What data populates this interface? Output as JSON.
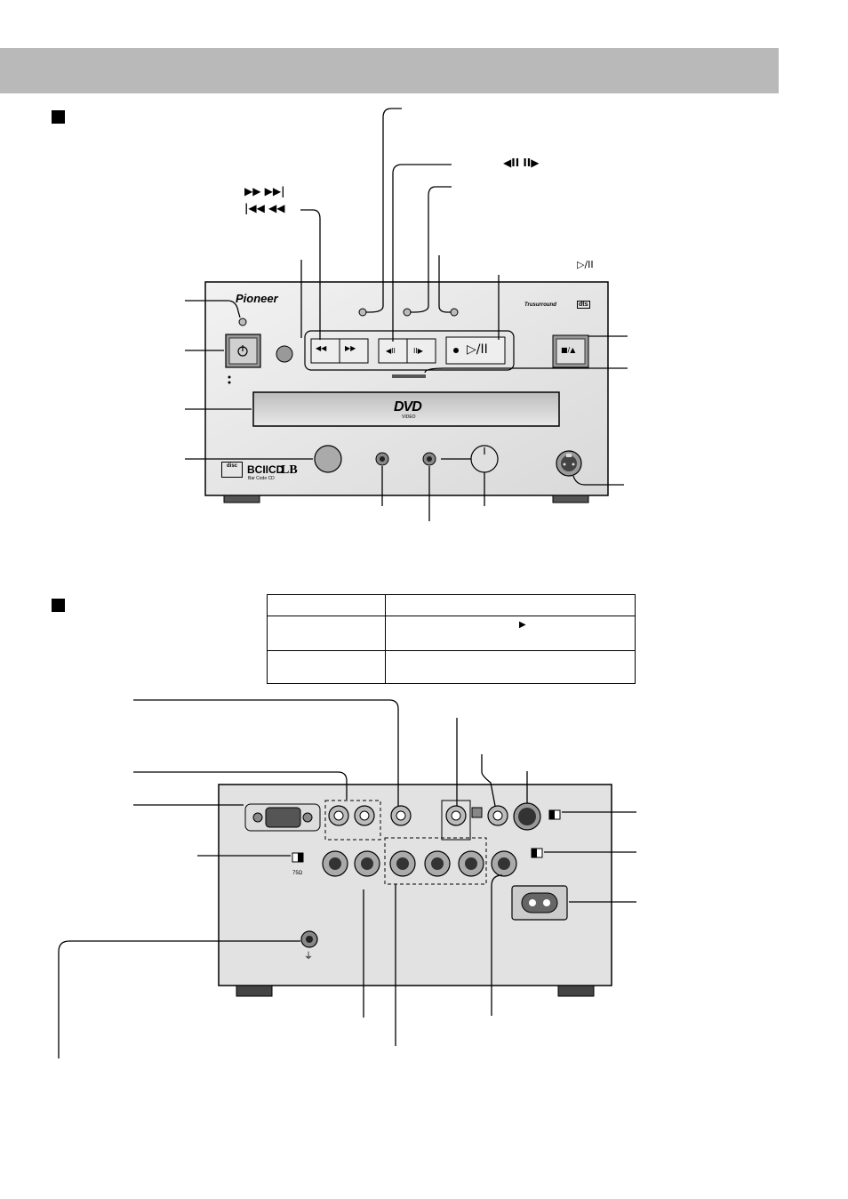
{
  "front_panel": {
    "brand_logo": "Pioneer",
    "search_symbols_forward": "▶▶ ▶▶|",
    "search_symbols_reverse": "|◀◀ ◀◀",
    "step_symbols": "◀II II▶",
    "play_pause_symbol": "▷/II",
    "disc_logo": "DVD",
    "disc_logo_sub": "VIDEO",
    "format_logo_bcd": "BCIICD",
    "format_logo_bcd_sub": "Bar Code CD",
    "format_logo_lb": "LB",
    "badge_trusurround": "Trusurround",
    "badge_dts": "dts",
    "stop_eject_label": "■/▲",
    "play_button_label": "▷/II"
  },
  "rear_panel": {
    "ohm_label": "75Ω",
    "ground_symbol": "⏚"
  },
  "spec_table": {
    "rows": [
      [
        "",
        ""
      ],
      [
        "",
        "▶"
      ],
      [
        "",
        ""
      ]
    ]
  },
  "colors": {
    "header_band": "#b9b9b9",
    "panel_face": "#e6e6e6",
    "line": "#000000"
  }
}
